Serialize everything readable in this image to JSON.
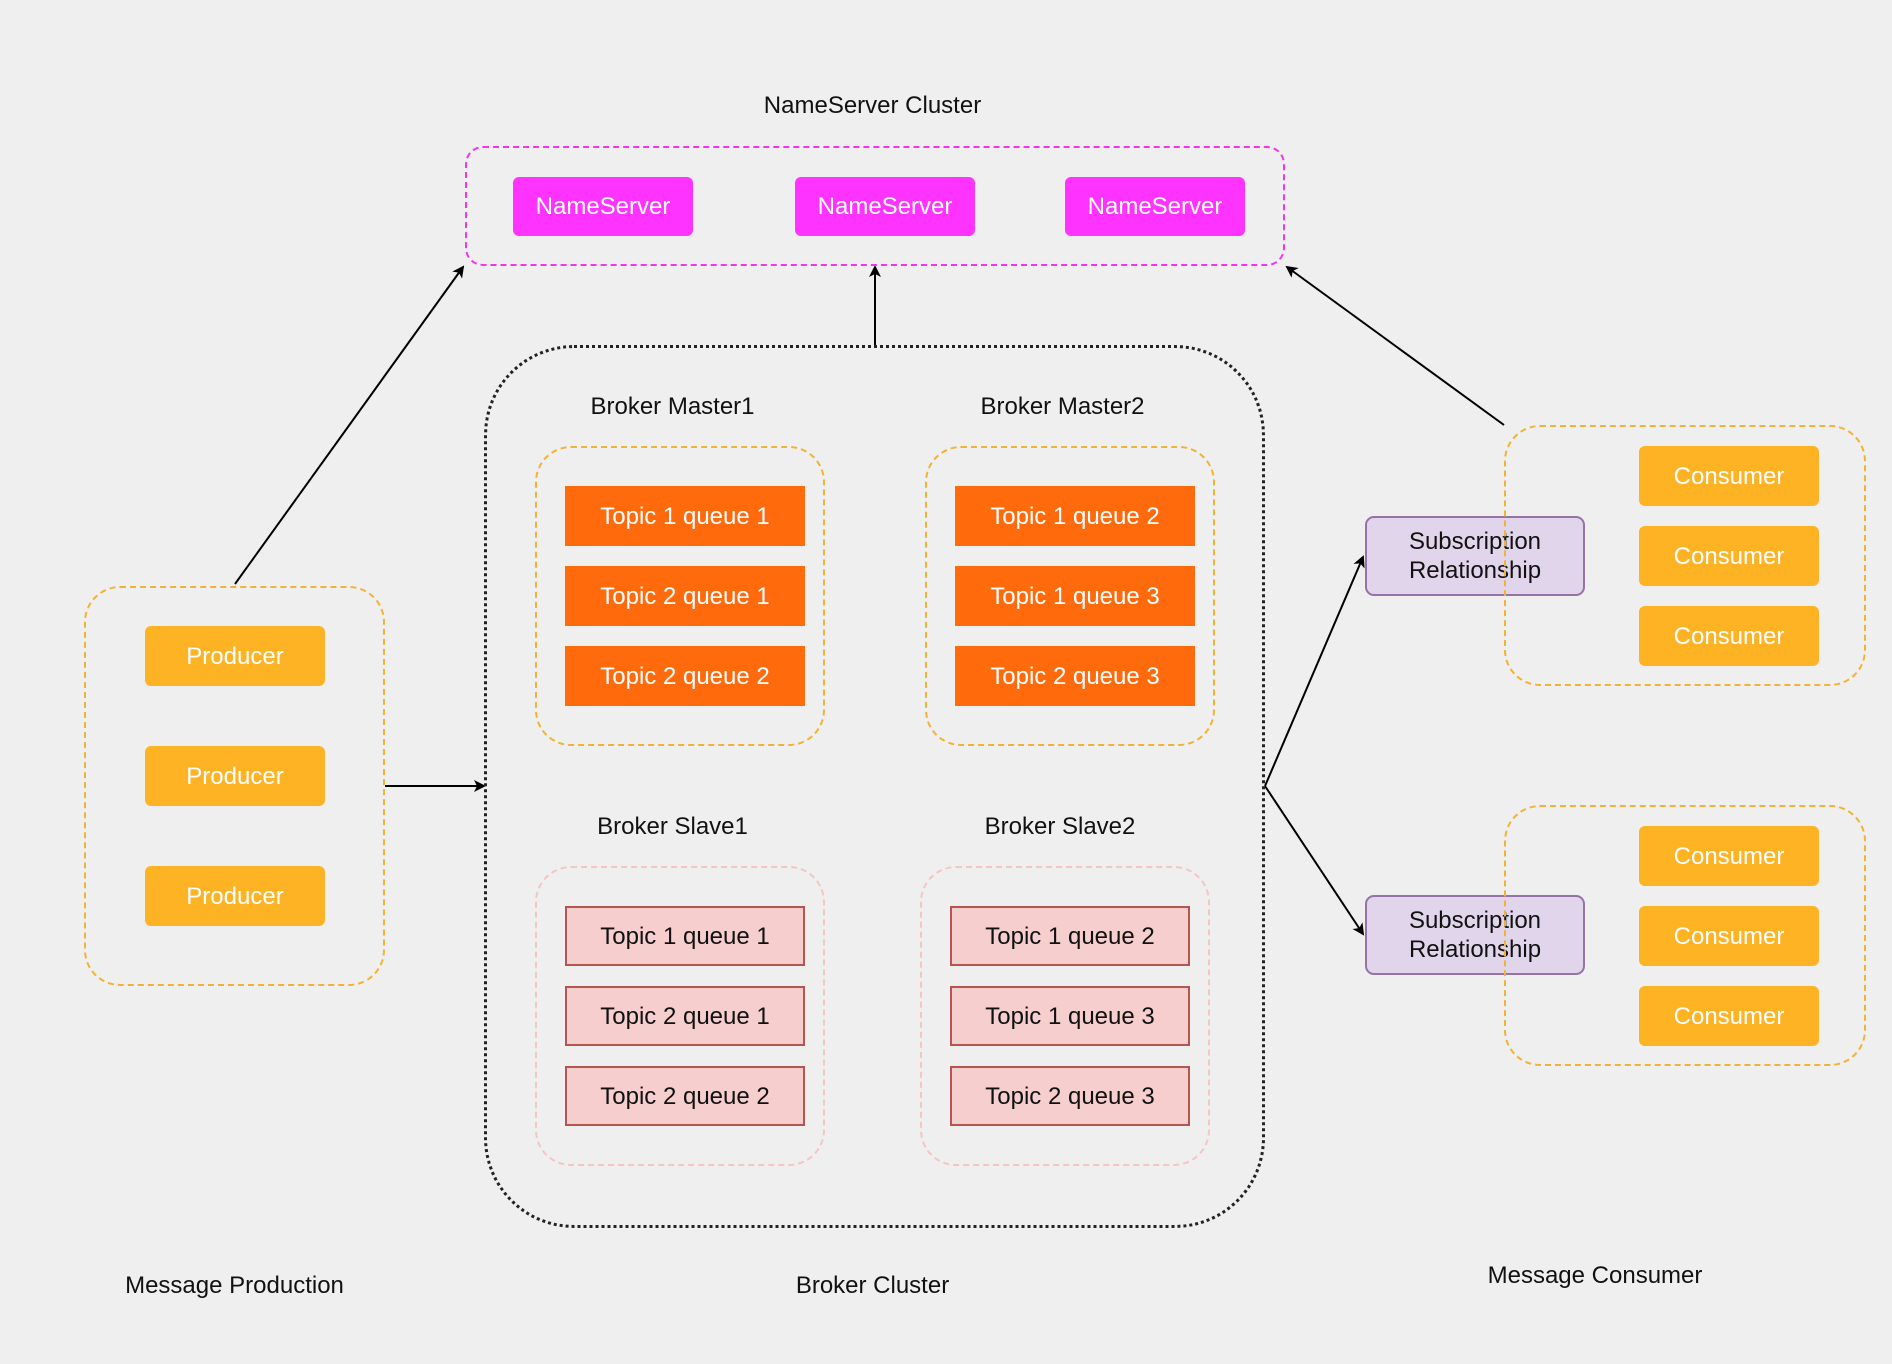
{
  "nameserver_cluster": {
    "title": "NameServer Cluster",
    "servers": [
      "NameServer",
      "NameServer",
      "NameServer"
    ]
  },
  "producers": {
    "items": [
      "Producer",
      "Producer",
      "Producer"
    ],
    "caption": "Message Production"
  },
  "broker_cluster": {
    "caption": "Broker Cluster",
    "master1": {
      "title": "Broker Master1",
      "queues": [
        "Topic 1 queue 1",
        "Topic 2 queue 1",
        "Topic 2 queue 2"
      ]
    },
    "master2": {
      "title": "Broker Master2",
      "queues": [
        "Topic 1 queue 2",
        "Topic 1 queue 3",
        "Topic 2 queue 3"
      ]
    },
    "slave1": {
      "title": "Broker Slave1",
      "queues": [
        "Topic 1 queue 1",
        "Topic 2 queue 1",
        "Topic 2 queue 2"
      ]
    },
    "slave2": {
      "title": "Broker Slave2",
      "queues": [
        "Topic 1 queue 2",
        "Topic 1 queue 3",
        "Topic 2 queue 3"
      ]
    }
  },
  "consumers": {
    "caption": "Message Consumer",
    "subscription_label": "Subscription Relationship",
    "group1": [
      "Consumer",
      "Consumer",
      "Consumer"
    ],
    "group2": [
      "Consumer",
      "Consumer",
      "Consumer"
    ]
  },
  "colors": {
    "background": "#efefef",
    "nameserver": "#ff33ff",
    "producer_consumer": "#fdb324",
    "master_queue": "#ff6a0d",
    "slave_queue": "#f7cece",
    "subscription": "#e0d5ea"
  }
}
